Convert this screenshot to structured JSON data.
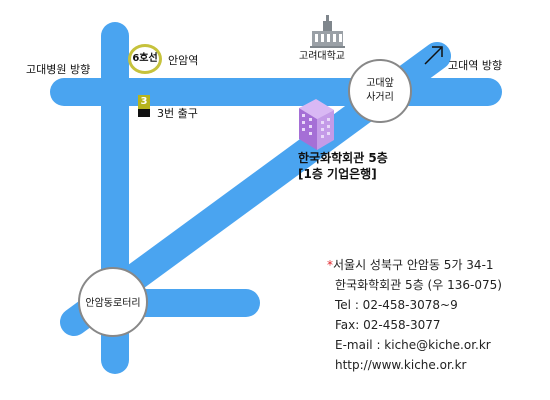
{
  "map": {
    "colors": {
      "road": "#4aa4f0",
      "circle_fill": "#ffffff",
      "circle_stroke": "#888888",
      "line6_ring": "#c6c23c",
      "exit_badge": "#b7b41c",
      "building": "#b684e0",
      "accent_red": "#e0242a"
    },
    "labels": {
      "west_direction": "고대병원 방향",
      "east_direction": "고대역 방향",
      "university": "고려대학교",
      "line6": "6호선",
      "anam_station": "안암역",
      "exit3_number": "3",
      "exit3": "3번 출구",
      "korea_univ_front_line1": "고대앞",
      "korea_univ_front_line2": "사거리",
      "anam_rotary": "안암동로터리",
      "building_line1": "한국화학회관 5층",
      "building_line2": "[1층 기업은행]"
    },
    "icons": {
      "direction_arrow": "arrow-northeast-icon",
      "university": "university-building-icon",
      "venue": "office-building-icon",
      "line6": "subway-line6-badge",
      "exit": "subway-exit-badge"
    }
  },
  "info": {
    "asterisk": "*",
    "address_line1": "서울시 성북구 안암동 5가 34-1",
    "address_line2": "한국화학회관 5층 (우 136-075)",
    "tel": "Tel : 02-458-3078~9",
    "fax": "Fax: 02-458-3077",
    "email": "E-mail : kiche@kiche.or.kr",
    "website": "http://www.kiche.or.kr"
  }
}
